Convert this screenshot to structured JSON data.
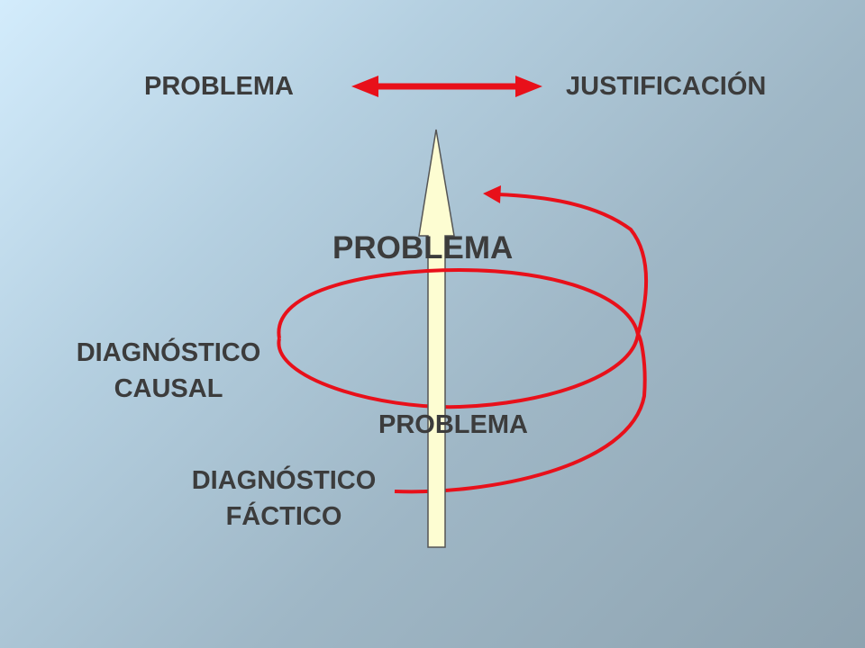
{
  "top_row": {
    "left_label": "PROBLEMA",
    "right_label": "JUSTIFICACIÓN"
  },
  "spiral": {
    "upper_label": "PROBLEMA",
    "lower_label": "PROBLEMA",
    "causal_label_line1": "DIAGNÓSTICO",
    "causal_label_line2": "CAUSAL",
    "factico_label_line1": "DIAGNÓSTICO",
    "factico_label_line2": "FÁCTICO"
  },
  "colors": {
    "arrow_red": "#e8101a",
    "upward_arrow_fill": "#fdfdd2",
    "upward_arrow_stroke": "#555555",
    "text": "#3c3c3c"
  },
  "icons": {
    "double_arrow": "double-headed-arrow-icon",
    "upward_arrow": "up-arrow-icon",
    "spiral": "spiral-arrow-icon"
  }
}
